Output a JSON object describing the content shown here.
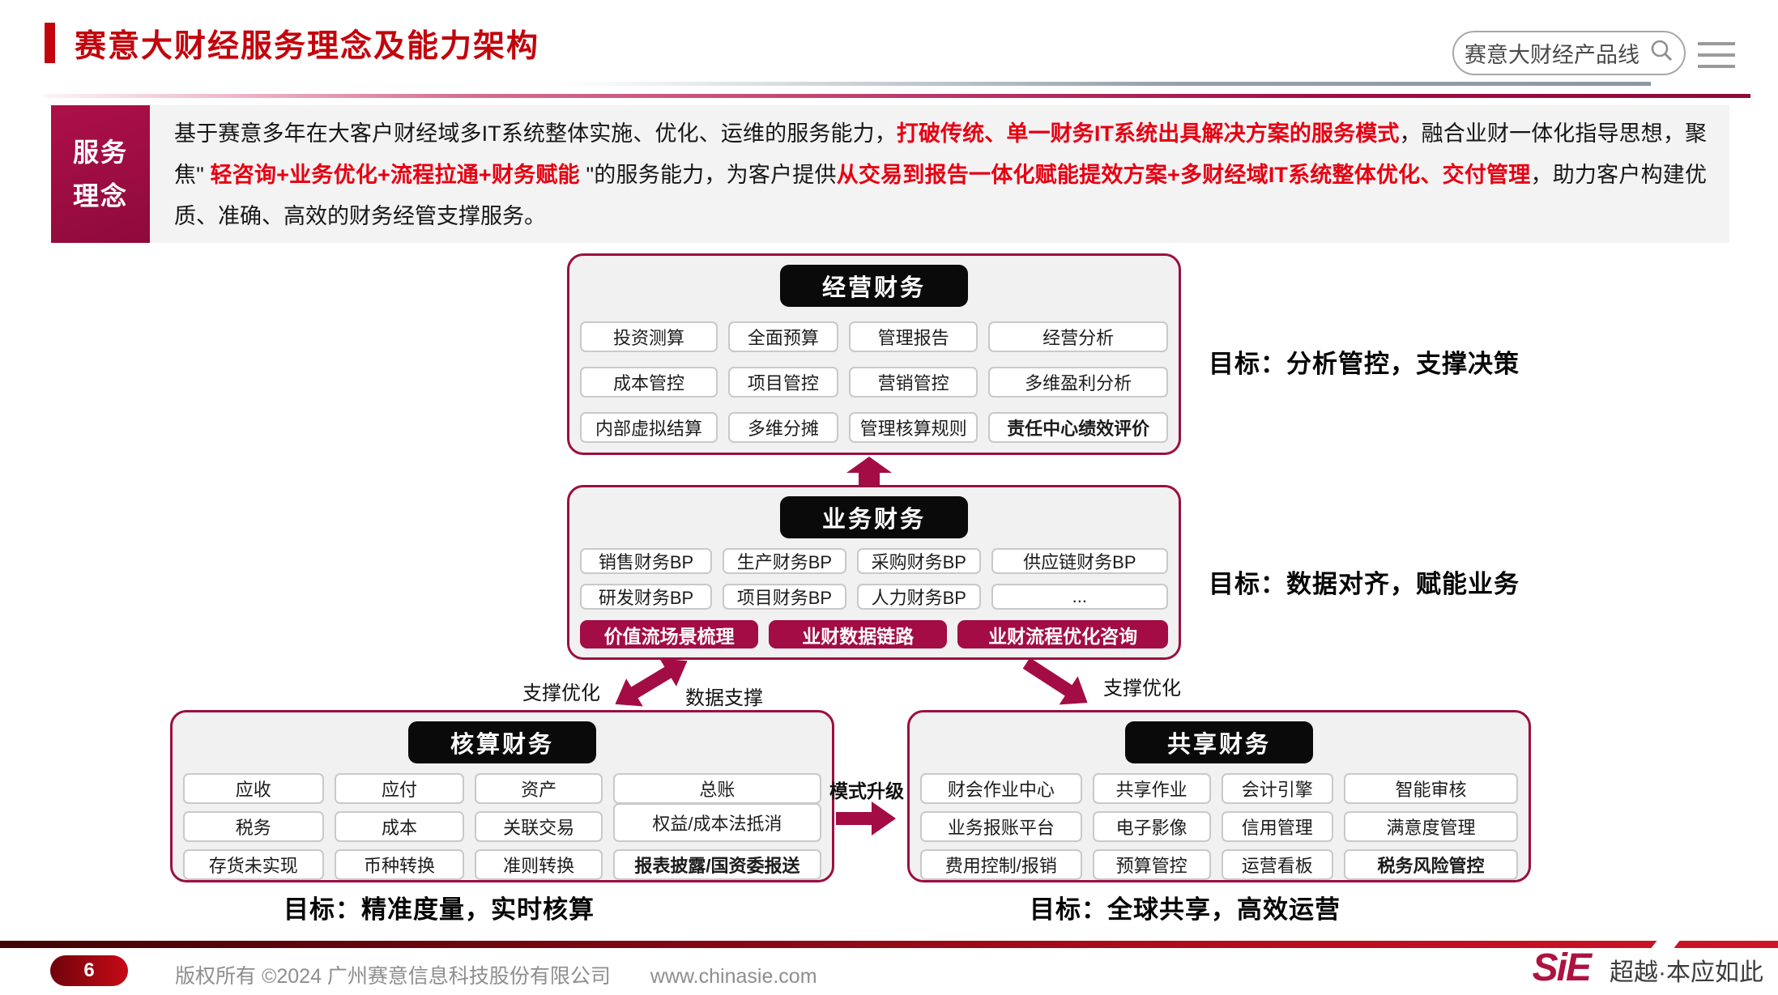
{
  "header": {
    "title": "赛意大财经服务理念及能力架构",
    "search_pill": "赛意大财经产品线"
  },
  "intro": {
    "label_line1": "服务",
    "label_line2": "理念",
    "segments": [
      {
        "text": "基于赛意多年在大客户财经域多IT系统整体实施、优化、运维的服务能力，",
        "style": "plain"
      },
      {
        "text": "打破传统、单一财务IT系统出具解决方案的服务模式",
        "style": "red"
      },
      {
        "text": "，融合业财一体化指导思想，聚焦\" ",
        "style": "plain"
      },
      {
        "text": "轻咨询+业务优化+流程拉通+财务赋能",
        "style": "red"
      },
      {
        "text": " \"的服务能力，为客户提供",
        "style": "plain"
      },
      {
        "text": "从交易到报告一体化赋能提效方案+多财经域IT系统整体优化、交付管理",
        "style": "red"
      },
      {
        "text": "，助力客户构建优质、准确、高效的财务经管支撑服务。",
        "style": "plain"
      }
    ]
  },
  "boxes": {
    "operating": {
      "title": "经营财务",
      "items": [
        "投资测算",
        "全面预算",
        "管理报告",
        "经营分析",
        "成本管控",
        "项目管控",
        "营销管控",
        "多维盈利分析",
        "内部虚拟结算",
        "多维分摊",
        "管理核算规则",
        "责任中心绩效评价"
      ],
      "goal": "目标：分析管控，支撑决策"
    },
    "business": {
      "title": "业务财务",
      "items": [
        "销售财务BP",
        "生产财务BP",
        "采购财务BP",
        "供应链财务BP",
        "研发财务BP",
        "项目财务BP",
        "人力财务BP",
        "..."
      ],
      "chips": [
        "价值流场景梳理",
        "业财数据链路",
        "业财流程优化咨询"
      ],
      "goal": "目标：数据对齐，赋能业务"
    },
    "accounting": {
      "title": "核算财务",
      "items": [
        "应收",
        "应付",
        "资产",
        "总账",
        "税务",
        "成本",
        "关联交易",
        "权益/成本法抵消",
        "存货未实现",
        "币种转换",
        "准则转换",
        "报表披露/国资委报送"
      ],
      "goal": "目标：精准度量，实时核算"
    },
    "shared": {
      "title": "共享财务",
      "items": [
        "财会作业中心",
        "共享作业",
        "会计引擎",
        "智能审核",
        "业务报账平台",
        "电子影像",
        "信用管理",
        "满意度管理",
        "费用控制/报销",
        "预算管控",
        "运营看板",
        "税务风险管控"
      ],
      "goal": "目标：全球共享，高效运营"
    }
  },
  "arrows": {
    "support_optimize_left": "支撑优化",
    "data_support": "数据支撑",
    "support_optimize_right": "支撑优化",
    "mode_upgrade": "模式升级"
  },
  "footer": {
    "page_number": "6",
    "copyright": "版权所有 ©2024 广州赛意信息科技股份有限公司",
    "website": "www.chinasie.com",
    "logo": "SiE",
    "slogan": "超越·本应如此"
  },
  "colors": {
    "accent_crimson": "#a30c44",
    "title_red": "#c3040c",
    "highlight_red": "#e60012",
    "header_black": "#0a0a0a",
    "footer_bar_red": "#b50d1d"
  }
}
